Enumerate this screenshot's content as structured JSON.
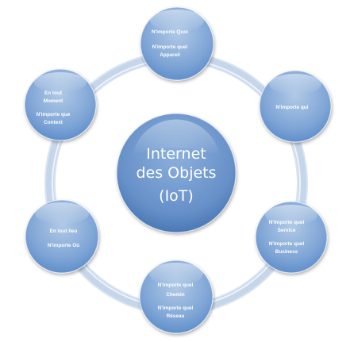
{
  "center": {
    "lines": [
      "Internet",
      "des Objets",
      "(IoT)"
    ]
  },
  "nodes": [
    {
      "id": "quoi",
      "lines": [
        "N'importe Quoi",
        "N'importe quel",
        "Appareil"
      ]
    },
    {
      "id": "qui",
      "lines": [
        "N'importe qui"
      ]
    },
    {
      "id": "service",
      "lines": [
        "N'importe quel",
        "Service",
        "N'importe quel",
        "Business"
      ]
    },
    {
      "id": "chemin",
      "lines": [
        "N'importe quel",
        "Chemin",
        "N'importe quel",
        "Réseau"
      ]
    },
    {
      "id": "ou",
      "lines": [
        "En tout lieu",
        "N'importe Où"
      ]
    },
    {
      "id": "moment",
      "lines": [
        "En tout",
        "Moment",
        "N'importe que",
        "Context"
      ]
    }
  ],
  "colors": {
    "ring": "#c6d6ea",
    "node_light": "#b0c9e6",
    "node_dark": "#5f8fcb",
    "center_light": "#8cb0dc",
    "center_dark": "#4a78b5",
    "text": "#ffffff"
  }
}
